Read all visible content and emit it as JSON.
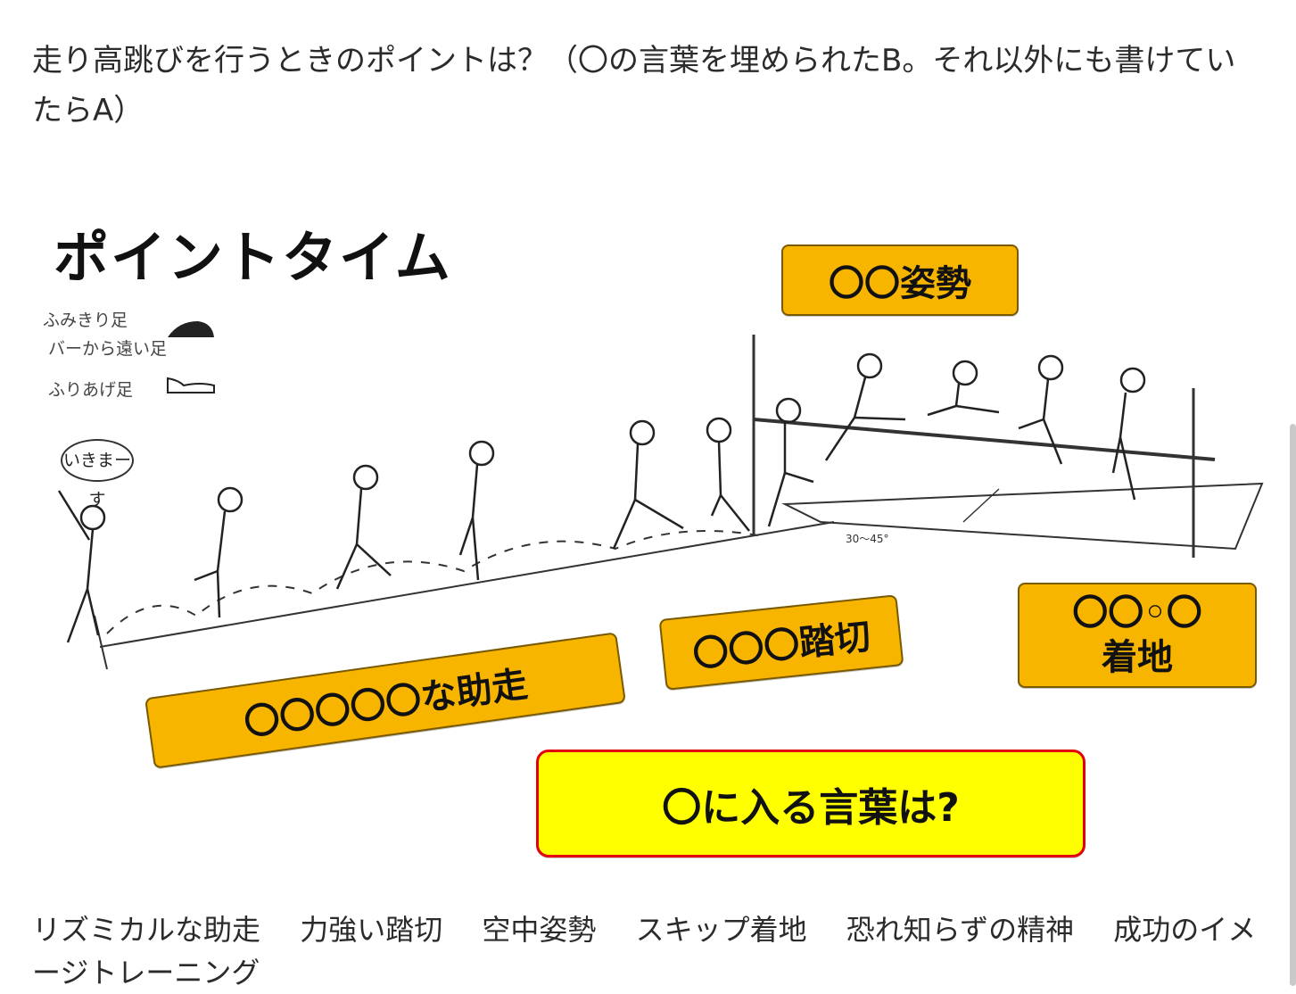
{
  "question": "走り高跳びを行うときのポイントは？（〇の言葉を埋められたB。それ以外にも書けていたらA）",
  "figure": {
    "title": "ポイントタイム",
    "legend": [
      {
        "label": "ふみきり足",
        "sub": "バーから遠い足"
      },
      {
        "label": "ふりあげ足"
      }
    ],
    "speech": "いきまーす",
    "angle_note": "30～45°",
    "boxes": {
      "run": "〇〇〇〇〇な助走",
      "takeoff": "〇〇〇踏切",
      "air": "〇〇姿勢",
      "landing_line1": "〇〇◦〇",
      "landing_line2": "着地",
      "prompt": "〇に入る言葉は?"
    }
  },
  "answers": [
    "リズミカルな助走",
    "力強い踏切",
    "空中姿勢",
    "スキップ着地",
    "恐れ知らずの精神",
    "成功のイメージトレーニング"
  ],
  "colors": {
    "box": "#f7b500",
    "prompt_bg": "#ffff00",
    "prompt_border": "#e3000b"
  }
}
